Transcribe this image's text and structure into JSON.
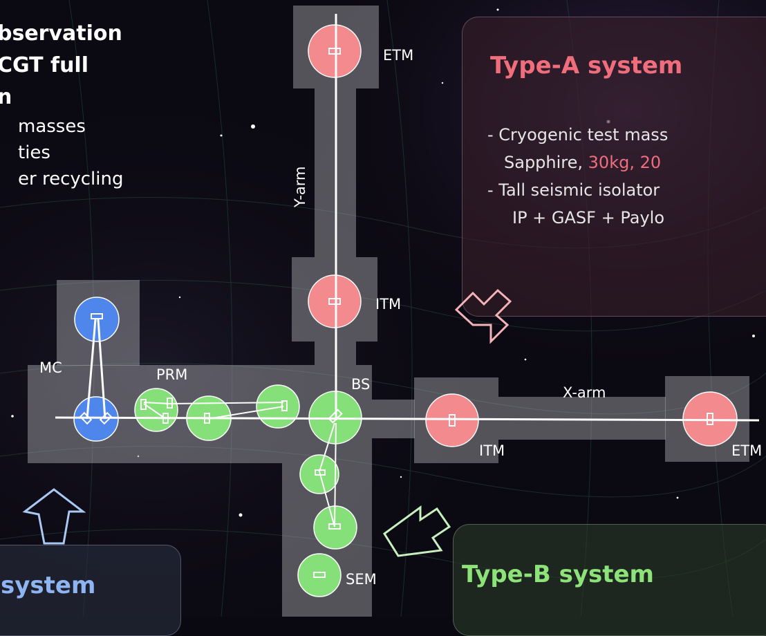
{
  "left_panel": {
    "line1": "bservation",
    "line2": "CGT full",
    "line3": "n",
    "line4": "masses",
    "line5": "ties",
    "line6": "er recycling"
  },
  "labels": {
    "etm_y": "ETM",
    "y_arm": "Y-arm",
    "itm_y": "ITM",
    "mc": "MC",
    "prm": "PRM",
    "bs": "BS",
    "x_arm": "X-arm",
    "itm_x": "ITM",
    "etm_x": "ETM",
    "sem": "SEM"
  },
  "type_a": {
    "title": "Type-A system",
    "line1": "- Cryogenic test mass",
    "line2_prefix": "Sapphire, ",
    "line2_highlight": "30kg, 20",
    "line3": "- Tall seismic isolator",
    "line4": "IP + GASF + Paylo"
  },
  "type_b": {
    "title": "Type-B system"
  },
  "type_c": {
    "title": "system"
  },
  "colors": {
    "type_a": "#f28a8e",
    "type_b": "#86e07a",
    "type_mc": "#4f86ec",
    "arrow_a": "#f4b3b8",
    "arrow_b": "#c7f0bf",
    "arrow_c": "#a9c8f4"
  }
}
